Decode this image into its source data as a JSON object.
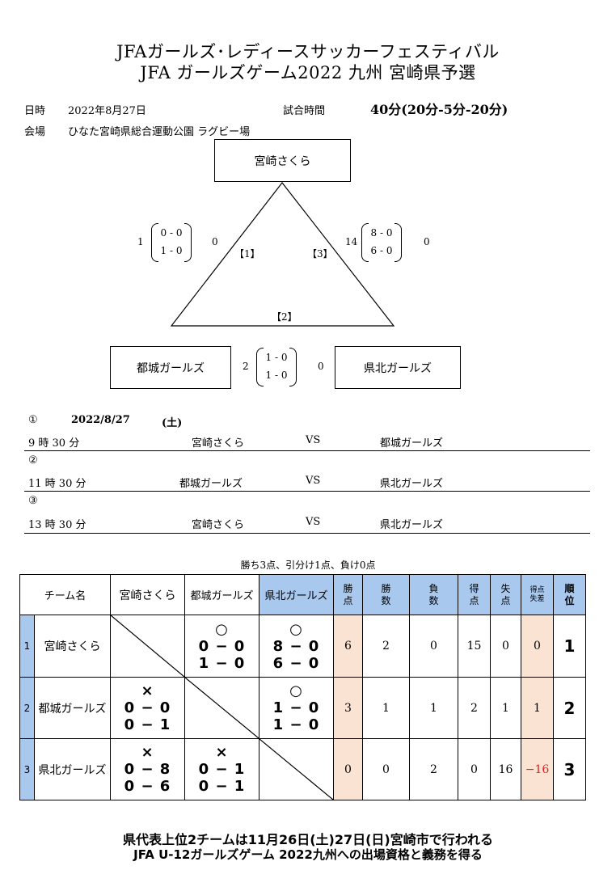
{
  "header": {
    "title1": "JFAガールズ･レディースサッカーフェスティバル",
    "title2": "JFA ガールズゲーム2022 九州 宮崎県予選",
    "date_label": "日時",
    "date_value": "2022年8月27日",
    "duration_label": "試合時間",
    "duration_value": "40分(20分-5分-20分)",
    "venue_label": "会場",
    "venue_value": "ひなた宮崎県総合運動公園 ラグビー場"
  },
  "diagram": {
    "team_top": "宮崎さくら",
    "team_left": "都城ガールズ",
    "team_right": "県北ガールズ",
    "match1": {
      "label": "【1】",
      "left_total": "1",
      "right_total": "0",
      "h1": "0 - 0",
      "h2": "1 - 0"
    },
    "match3": {
      "label": "【3】",
      "left_total": "14",
      "right_total": "0",
      "h1": "8 - 0",
      "h2": "6 - 0"
    },
    "match2": {
      "label": "【2】",
      "left_total": "2",
      "right_total": "0",
      "h1": "1 - 0",
      "h2": "1 - 0"
    }
  },
  "schedule": {
    "date_marker": "①",
    "date": "2022/8/27",
    "weekday": "(土)",
    "games": [
      {
        "marker": "",
        "time": "9 時 30 分",
        "home": "宮崎さくら",
        "vs": "VS",
        "away": "都城ガールズ"
      },
      {
        "marker": "②",
        "time": "11 時 30 分",
        "home": "都城ガールズ",
        "vs": "VS",
        "away": "県北ガールズ"
      },
      {
        "marker": "③",
        "time": "13 時 30 分",
        "home": "宮崎さくら",
        "vs": "VS",
        "away": "県北ガールズ"
      }
    ]
  },
  "standings": {
    "points_rule": "勝ち3点、引分け1点、負け0点",
    "headers": {
      "team": "チーム名",
      "col1": "宮崎さくら",
      "col2": "都城ガールズ",
      "col3": "県北ガールズ",
      "points": "勝点",
      "wins": "勝数",
      "losses": "負数",
      "gf": "得点",
      "ga": "失点",
      "gd": "得点失差",
      "rank": "順位"
    },
    "rows": [
      {
        "no": "1",
        "team": "宮崎さくら",
        "c1": {
          "mark": "",
          "s1": "",
          "s2": ""
        },
        "c2": {
          "mark": "○",
          "s1": "0 − 0",
          "s2": "1 − 0"
        },
        "c3": {
          "mark": "○",
          "s1": "8 − 0",
          "s2": "6 − 0"
        },
        "points": "6",
        "wins": "2",
        "losses": "0",
        "gf": "15",
        "ga": "0",
        "gd": "0",
        "rank": "1"
      },
      {
        "no": "2",
        "team": "都城ガールズ",
        "c1": {
          "mark": "×",
          "s1": "0 − 0",
          "s2": "0 − 1"
        },
        "c2": {
          "mark": "",
          "s1": "",
          "s2": ""
        },
        "c3": {
          "mark": "○",
          "s1": "1 − 0",
          "s2": "1 − 0"
        },
        "points": "3",
        "wins": "1",
        "losses": "1",
        "gf": "2",
        "ga": "1",
        "gd": "1",
        "rank": "2"
      },
      {
        "no": "3",
        "team": "県北ガールズ",
        "c1": {
          "mark": "×",
          "s1": "0 − 8",
          "s2": "0 − 6"
        },
        "c2": {
          "mark": "×",
          "s1": "0 − 1",
          "s2": "0 − 1"
        },
        "c3": {
          "mark": "",
          "s1": "",
          "s2": ""
        },
        "points": "0",
        "wins": "0",
        "losses": "2",
        "gf": "0",
        "ga": "16",
        "gd": "−16",
        "rank": "3"
      }
    ]
  },
  "footer": {
    "line1": "県代表上位2チームは11月26日(土)27日(日)宮崎市で行われる",
    "line2": "JFA U-12ガールズゲーム 2022九州への出場資格と義務を得る"
  },
  "colors": {
    "header_blue": "#a9c8ee",
    "peach": "#fae3d3",
    "negative": "#e02020"
  }
}
